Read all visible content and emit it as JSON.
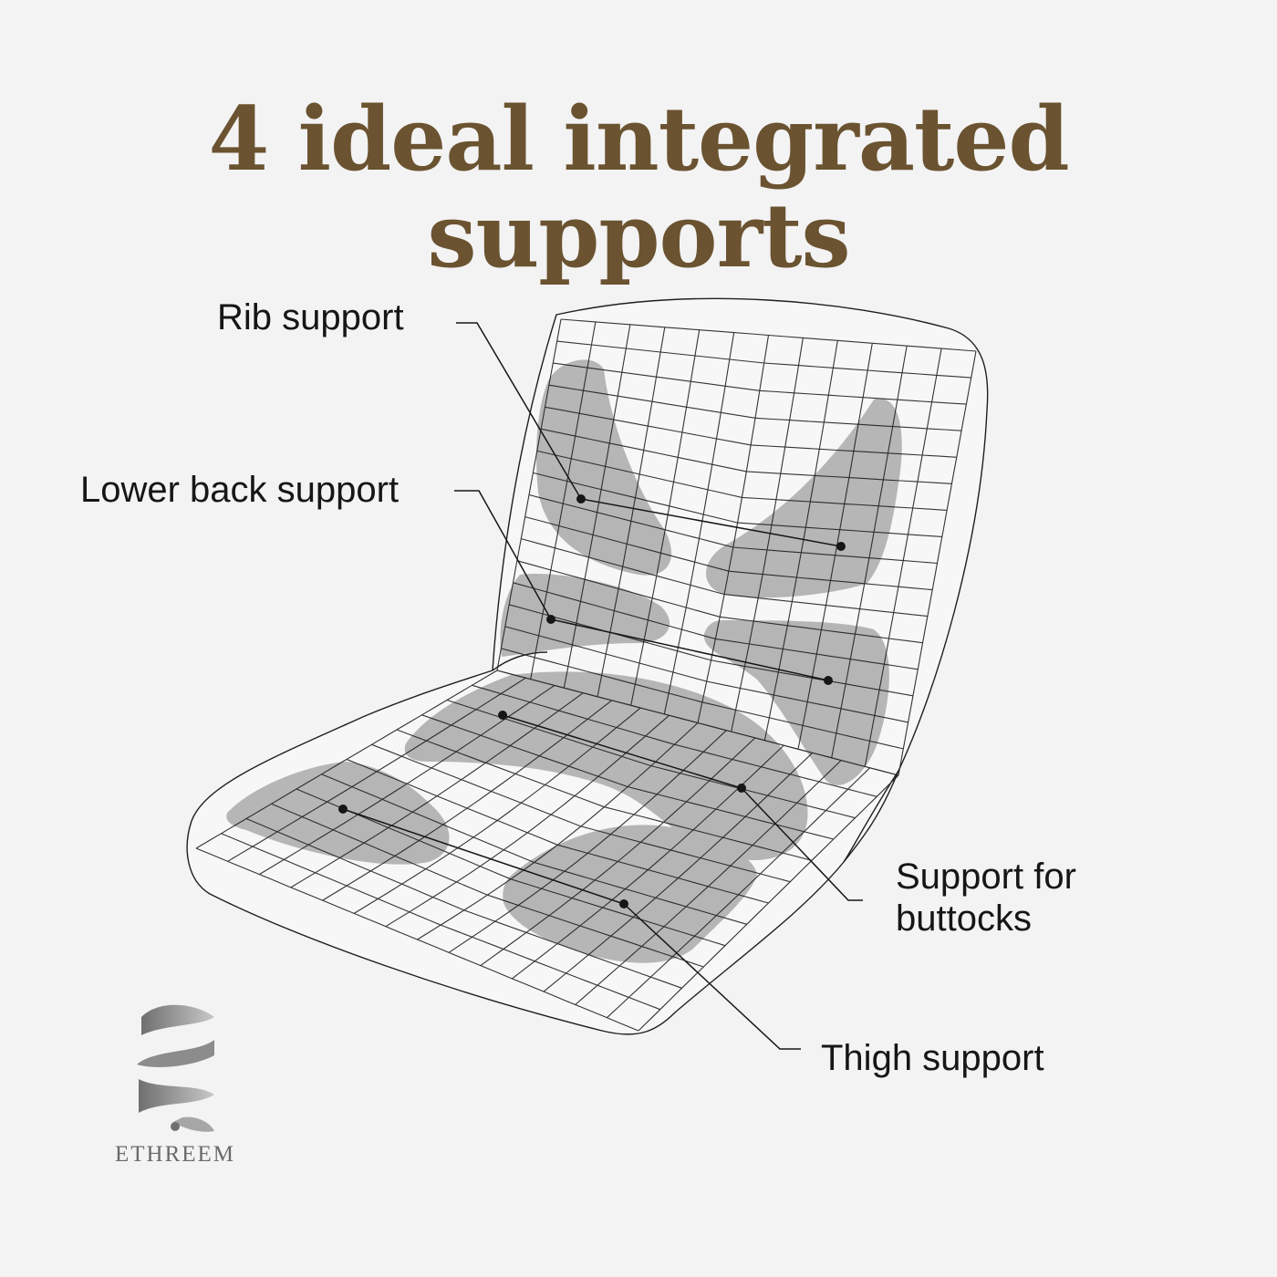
{
  "title": "4 ideal integrated supports",
  "labels": {
    "rib": "Rib support",
    "lower_back": "Lower back support",
    "buttocks": "Support for buttocks",
    "thigh": "Thigh support"
  },
  "brand": {
    "name": "ETHREEM",
    "logo_icon": "helix-logo-icon"
  },
  "colors": {
    "title": "#6b5331",
    "background": "#f3f3f3",
    "support_zone": "#b3b2b2",
    "wireframe": "#1f1f1f"
  }
}
